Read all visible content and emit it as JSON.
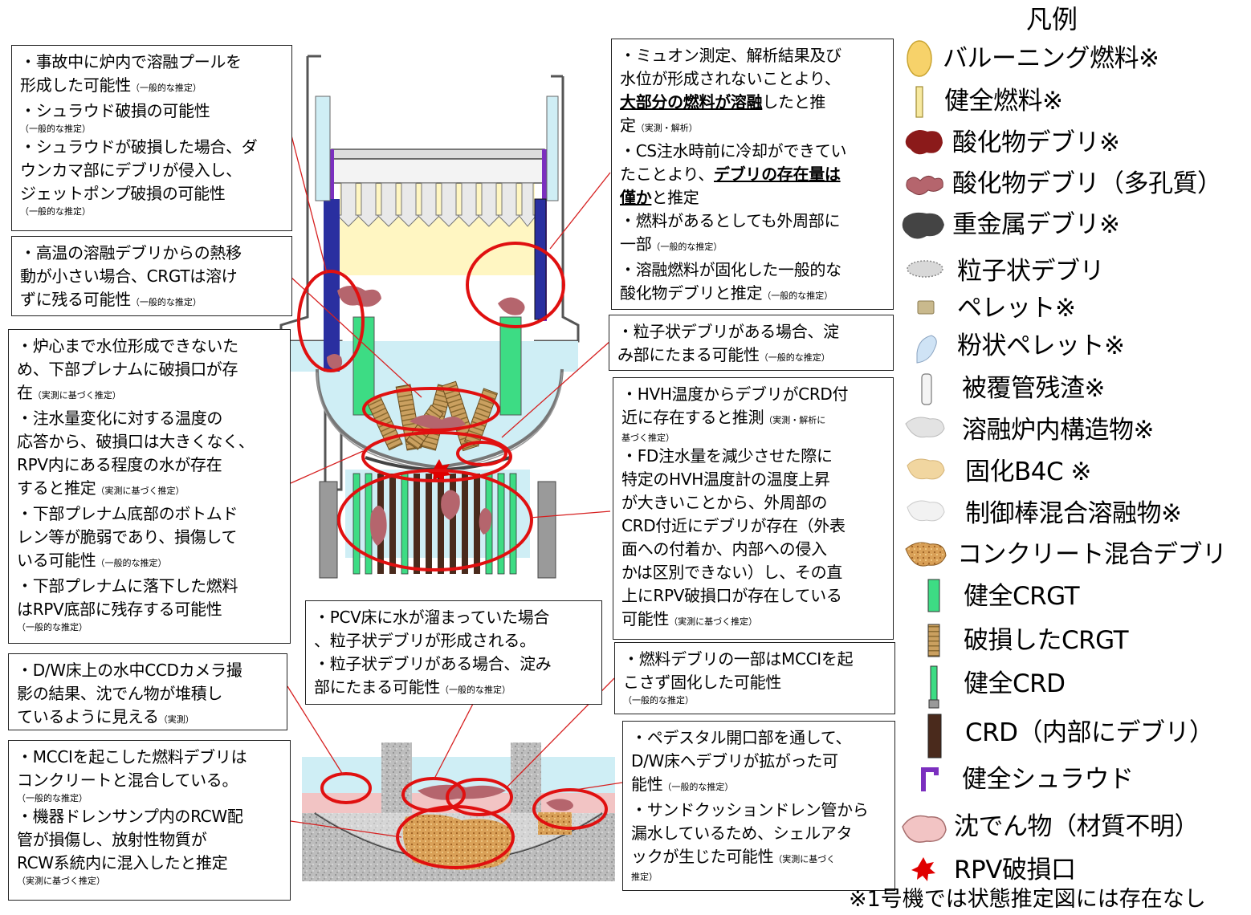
{
  "legend": {
    "title": "凡例",
    "items": [
      {
        "icon": "ballooning-fuel-icon",
        "label": "バルーニング燃料※"
      },
      {
        "icon": "intact-fuel-icon",
        "label": "健全燃料※"
      },
      {
        "icon": "oxide-debris-icon",
        "label": "酸化物デブリ※"
      },
      {
        "icon": "porous-oxide-debris-icon",
        "label": "酸化物デブリ（多孔質）"
      },
      {
        "icon": "heavy-metal-debris-icon",
        "label": "重金属デブリ※"
      },
      {
        "icon": "particulate-debris-icon",
        "label": "粒子状デブリ"
      },
      {
        "icon": "pellet-icon",
        "label": "ペレット※"
      },
      {
        "icon": "powder-pellet-icon",
        "label": "粉状ペレット※"
      },
      {
        "icon": "cladding-residue-icon",
        "label": "被覆管残渣※"
      },
      {
        "icon": "molten-core-structure-icon",
        "label": "溶融炉内構造物※"
      },
      {
        "icon": "solidified-b4c-icon",
        "label": "固化B4C ※"
      },
      {
        "icon": "control-rod-melt-icon",
        "label": "制御棒混合溶融物※"
      },
      {
        "icon": "concrete-debris-icon",
        "label": "コンクリート混合デブリ"
      },
      {
        "icon": "intact-crgt-icon",
        "label": "健全CRGT"
      },
      {
        "icon": "damaged-crgt-icon",
        "label": "破損したCRGT"
      },
      {
        "icon": "intact-crd-icon",
        "label": "健全CRD"
      },
      {
        "icon": "crd-debris-icon",
        "label": "CRD（内部にデブリ）"
      },
      {
        "icon": "intact-shroud-icon",
        "label": "健全シュラウド"
      },
      {
        "icon": "sediment-icon",
        "label": "沈でん物（材質不明）"
      },
      {
        "icon": "rpv-breach-icon",
        "label": "RPV破損口"
      }
    ],
    "footnote": "※1号機では状態推定図には存在なし"
  },
  "annotations": {
    "box1": {
      "l1": "・事故中に炉内で溶融プールを",
      "l2a": "形成した可能性",
      "l2b": "（一般的な推定）",
      "l3": "・シュラウド破損の可能性",
      "l4": "（一般的な推定）",
      "l5": "・シュラウドが破損した場合、ダ",
      "l6": "ウンカマ部にデブリが侵入し、",
      "l7": "ジェットポンプ破損の可能性",
      "l8": "（一般的な推定）"
    },
    "box2": {
      "l1": "・高温の溶融デブリからの熱移",
      "l2": "動が小さい場合、CRGTは溶け",
      "l3a": "ずに残る可能性",
      "l3b": "（一般的な推定）"
    },
    "box3": {
      "l1": "・炉心まで水位形成できないた",
      "l2": "め、下部プレナムに破損口が存",
      "l3a": "在",
      "l3b": "（実測に基づく推定）",
      "l4": "・注水量変化に対する温度の",
      "l5": "応答から、破損口は大きくなく、",
      "l6": "RPV内にある程度の水が存在",
      "l7a": "すると推定",
      "l7b": "（実測に基づく推定）",
      "l8": "・下部プレナム底部のボトムド",
      "l9": "レン等が脆弱であり、損傷して",
      "l10a": "いる可能性",
      "l10b": "（一般的な推定）",
      "l11": "・下部プレナムに落下した燃料",
      "l12": "はRPV底部に残存する可能性",
      "l13": "（一般的な推定）"
    },
    "box4": {
      "l1": "・D/W床上の水中CCDカメラ撮",
      "l2": "影の結果、沈でん物が堆積し",
      "l3a": "ているように見える",
      "l3b": "（実測）"
    },
    "box5": {
      "l1": "・MCCIを起こした燃料デブリは",
      "l2": "コンクリートと混合している。",
      "l3": "（一般的な推定）",
      "l4": "・機器ドレンサンプ内のRCW配",
      "l5": "管が損傷し、放射性物質が",
      "l6": "RCW系統内に混入したと推定",
      "l7": "（実測に基づく推定）"
    },
    "box6": {
      "l1": "・PCV床に水が溜まっていた場合",
      "l2": "、粒子状デブリが形成される。",
      "l3": "・粒子状デブリがある場合、淀み",
      "l4a": "部にたまる可能性",
      "l4b": "（一般的な推定）"
    },
    "box7": {
      "l1": "・ミュオン測定、解析結果及び",
      "l2": "水位が形成されないことより、",
      "l3a": "大部分の燃料が溶融",
      "l3b": "したと推",
      "l4a": "定",
      "l4b": "（実測・解析）",
      "l5": "・CS注水時前に冷却ができてい",
      "l6a": "たことより、",
      "l6b": "デブリの存在量は",
      "l7a": "僅か",
      "l7b": "と推定",
      "l8": "・燃料があるとしても外周部に",
      "l9a": "一部",
      "l9b": "（一般的な推定）",
      "l10": "・溶融燃料が固化した一般的な",
      "l11a": "酸化物デブリと推定",
      "l11b": "（一般的な推定）"
    },
    "box8": {
      "l1": "・粒子状デブリがある場合、淀",
      "l2a": "み部にたまる可能性",
      "l2b": "（一般的な推定）"
    },
    "box9": {
      "l1": "・HVH温度からデブリがCRD付",
      "l2a": "近に存在すると推測",
      "l2b": "（実測・解析に",
      "l3": "基づく推定）",
      "l4": "・FD注水量を減少させた際に",
      "l5": "特定のHVH温度計の温度上昇",
      "l6": "が大きいことから、外周部の",
      "l7": "CRD付近にデブリが存在（外表",
      "l8": "面への付着か、内部への侵入",
      "l9": "かは区別できない）し、その直",
      "l10": "上にRPV破損口が存在している",
      "l11a": "可能性",
      "l11b": "（実測に基づく推定）"
    },
    "box10": {
      "l1": "・燃料デブリの一部はMCCIを起",
      "l2": "こさず固化した可能性",
      "l3": "（一般的な推定）"
    },
    "box11": {
      "l1": "・ペデスタル開口部を通して、",
      "l2": "D/W床へデブリが拡がった可",
      "l3a": "能性",
      "l3b": "（一般的な推定）",
      "l4": "・サンドクッションドレン管から",
      "l5": "漏水しているため、シェルアタ",
      "l6a": "ックが生じた可能性",
      "l6b": "（実測に基づく",
      "l7": "推定）"
    }
  },
  "colors": {
    "frame": "#222222",
    "leader_line": "#d62020",
    "highlight_ring": "#e01010",
    "water": "#cfeef5",
    "core_region": "#fff6c2",
    "crgt": "#3ddc84",
    "shroud": "#7b2fbf",
    "jet_pump": "#2a2fa0",
    "oxide_debris": "#8b1a1a",
    "porous_debris": "#b5656d",
    "damaged_crgt": "#c79a52",
    "crd_debris": "#4a2a1c",
    "concrete": "#c0c0c0",
    "concrete_debris": "#d69a4e",
    "sediment": "#f2c4c4",
    "breach": "#e00000"
  }
}
